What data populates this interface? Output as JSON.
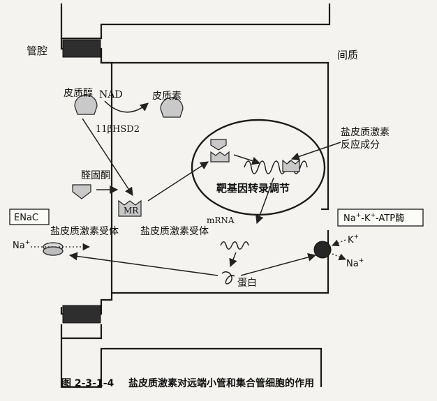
{
  "labels": {
    "lumen": "管腔",
    "interstitium": "间质",
    "cortisol": "皮质醇",
    "nad": "NAD",
    "cortisone": "皮质素",
    "enzyme": "11βHSD2",
    "aldosterone": "醛固酮",
    "mr": "MR",
    "receptor_left": "盐皮质激素受体",
    "receptor_right": "盐皮质激素受体",
    "target_gene": "靶基因转录调节",
    "response_line1": "盐皮质激素",
    "response_line2": "反应成分",
    "mrna": "mRNA",
    "protein": "蛋白",
    "enac": "ENaC",
    "na_left": "Na",
    "na_sup": "+",
    "k": "K",
    "k_sup": "+",
    "na_right": "Na",
    "na_right_sup": "+",
    "pump_na": "Na",
    "pump_na_sup": "+",
    "pump_dash1": "-K",
    "pump_k_sup": "+",
    "pump_suffix": "-ATP酶"
  },
  "caption": {
    "number": "图 2-3-1-4",
    "title": "盐皮质激素对远端小管和集合管细胞的作用"
  },
  "colors": {
    "background": "#f4f3ef",
    "junction": "#2e2e2e",
    "shape_fill": "#c9c9c9"
  }
}
